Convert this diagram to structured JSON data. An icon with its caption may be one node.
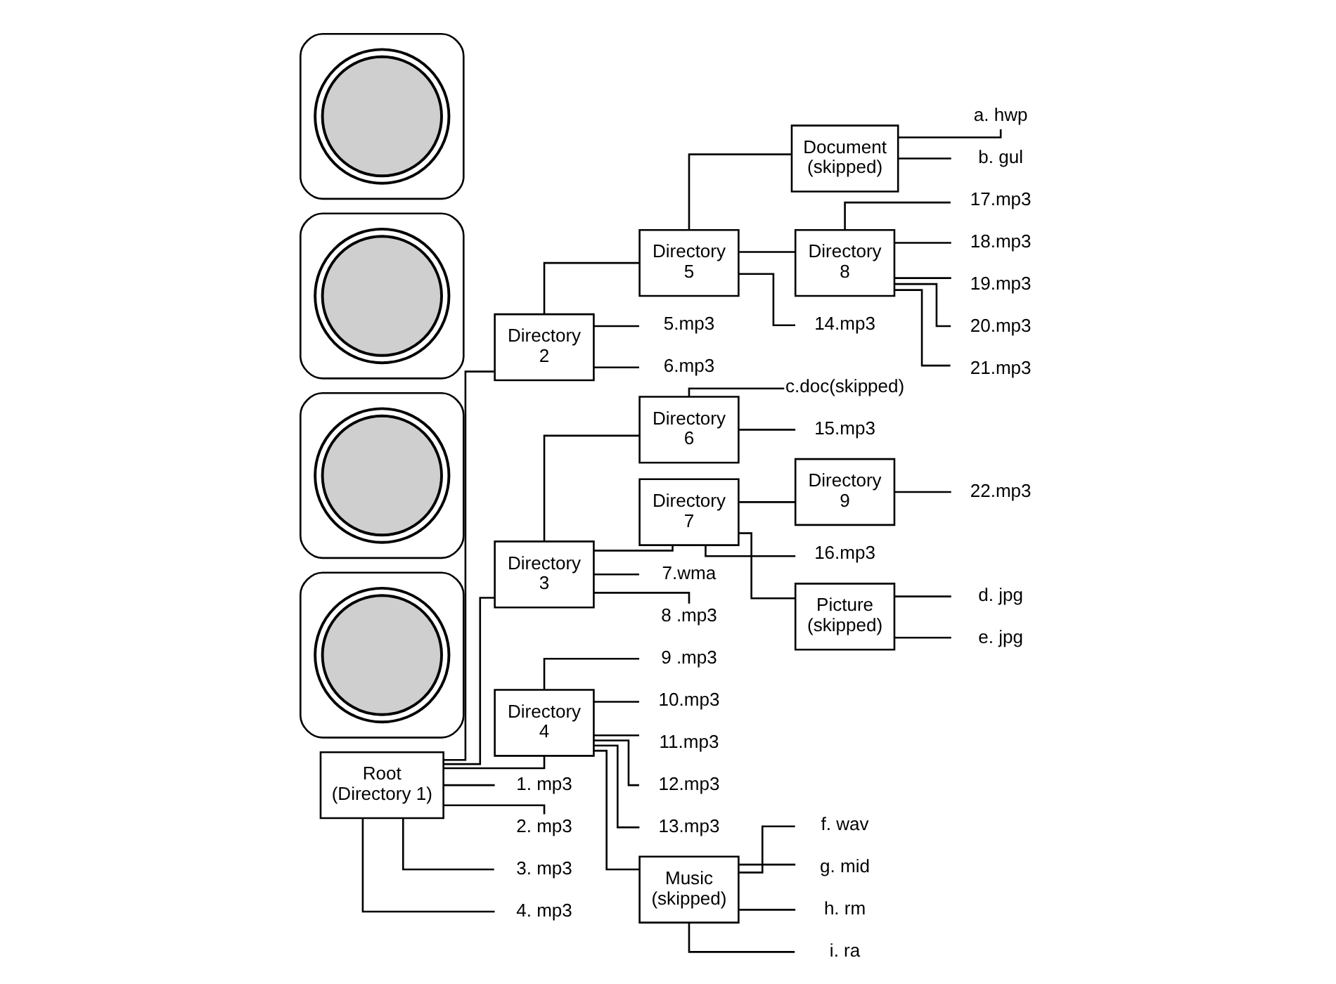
{
  "diagram": {
    "nodes": [
      {
        "text": [
          "Root",
          "(Directory 1)"
        ]
      },
      {
        "text": [
          "Directory",
          "2"
        ]
      },
      {
        "text": [
          "Directory",
          "5"
        ]
      },
      {
        "text": [
          "Document",
          "(skipped)"
        ]
      },
      {
        "text": [
          "a. hwp"
        ]
      },
      {
        "text": [
          "b. gul"
        ]
      },
      {
        "text": [
          "Directory",
          "8"
        ]
      },
      {
        "text": [
          "17.mp3"
        ]
      },
      {
        "text": [
          "18.mp3"
        ]
      },
      {
        "text": [
          "19.mp3"
        ]
      },
      {
        "text": [
          "20.mp3"
        ]
      },
      {
        "text": [
          "21.mp3"
        ]
      },
      {
        "text": [
          "5.mp3"
        ]
      },
      {
        "text": [
          "6.mp3"
        ]
      },
      {
        "text": [
          "14.mp3"
        ]
      },
      {
        "text": [
          "Directory",
          "3"
        ]
      },
      {
        "text": [
          "Directory",
          "6"
        ]
      },
      {
        "text": [
          "c.doc(skipped)"
        ]
      },
      {
        "text": [
          "15.mp3"
        ]
      },
      {
        "text": [
          "Directory",
          "7"
        ]
      },
      {
        "text": [
          "Directory",
          "9"
        ]
      },
      {
        "text": [
          "22.mp3"
        ]
      },
      {
        "text": [
          "16.mp3"
        ]
      },
      {
        "text": [
          "Picture",
          "(skipped)"
        ]
      },
      {
        "text": [
          "d. jpg"
        ]
      },
      {
        "text": [
          "e. jpg"
        ]
      },
      {
        "text": [
          "7.wma"
        ]
      },
      {
        "text": [
          "8 .mp3"
        ]
      },
      {
        "text": [
          "Directory",
          "4"
        ]
      },
      {
        "text": [
          "9 .mp3"
        ]
      },
      {
        "text": [
          "10.mp3"
        ]
      },
      {
        "text": [
          "11.mp3"
        ]
      },
      {
        "text": [
          "12.mp3"
        ]
      },
      {
        "text": [
          "13.mp3"
        ]
      },
      {
        "text": [
          "Music",
          "(skipped)"
        ]
      },
      {
        "text": [
          "f. wav"
        ]
      },
      {
        "text": [
          "g. mid"
        ]
      },
      {
        "text": [
          "h. rm"
        ]
      },
      {
        "text": [
          "i. ra"
        ]
      },
      {
        "text": [
          "1. mp3"
        ]
      },
      {
        "text": [
          "2. mp3"
        ]
      },
      {
        "text": [
          "3. mp3"
        ]
      },
      {
        "text": [
          "4. mp3"
        ]
      },
      {
        "text": [],
        "shape": "box"
      },
      {
        "text": [],
        "shape": "box"
      },
      {
        "text": [],
        "shape": "box"
      },
      {
        "text": [],
        "shape": "box"
      },
      {
        "text": [],
        "shape": "picture",
        "in": 43
      },
      {
        "text": [],
        "shape": "picture",
        "in": 44
      },
      {
        "text": [],
        "shape": "picture",
        "in": 45
      },
      {
        "text": [],
        "shape": "picture",
        "in": 46
      }
    ],
    "edges": [
      {
        "from": 0,
        "to": 1,
        "arrow": "none"
      },
      {
        "from": 0,
        "to": 15,
        "arrow": "none"
      },
      {
        "from": 0,
        "to": 28,
        "arrow": "none"
      },
      {
        "from": 0,
        "to": 39,
        "arrow": "none"
      },
      {
        "from": 0,
        "to": 40,
        "arrow": "none"
      },
      {
        "from": 0,
        "to": 41,
        "arrow": "none"
      },
      {
        "from": 0,
        "to": 42,
        "arrow": "none"
      },
      {
        "from": 1,
        "to": 2,
        "arrow": "none"
      },
      {
        "from": 1,
        "to": 12,
        "arrow": "none"
      },
      {
        "from": 1,
        "to": 13,
        "arrow": "none"
      },
      {
        "from": 2,
        "to": 3,
        "arrow": "none"
      },
      {
        "from": 2,
        "to": 6,
        "arrow": "none"
      },
      {
        "from": 2,
        "to": 14,
        "arrow": "none"
      },
      {
        "from": 3,
        "to": 4,
        "arrow": "none"
      },
      {
        "from": 3,
        "to": 5,
        "arrow": "none"
      },
      {
        "from": 6,
        "to": 7,
        "arrow": "none"
      },
      {
        "from": 6,
        "to": 8,
        "arrow": "none"
      },
      {
        "from": 6,
        "to": 9,
        "arrow": "none"
      },
      {
        "from": 6,
        "to": 10,
        "arrow": "none"
      },
      {
        "from": 6,
        "to": 11,
        "arrow": "none"
      },
      {
        "from": 15,
        "to": 16,
        "arrow": "none"
      },
      {
        "from": 15,
        "to": 19,
        "arrow": "none"
      },
      {
        "from": 15,
        "to": 26,
        "arrow": "none"
      },
      {
        "from": 15,
        "to": 27,
        "arrow": "none"
      },
      {
        "from": 16,
        "to": 17,
        "arrow": "none"
      },
      {
        "from": 16,
        "to": 18,
        "arrow": "none"
      },
      {
        "from": 19,
        "to": 20,
        "arrow": "none"
      },
      {
        "from": 19,
        "to": 22,
        "arrow": "none"
      },
      {
        "from": 19,
        "to": 23,
        "arrow": "none"
      },
      {
        "from": 20,
        "to": 21,
        "arrow": "none"
      },
      {
        "from": 23,
        "to": 24,
        "arrow": "none"
      },
      {
        "from": 23,
        "to": 25,
        "arrow": "none"
      },
      {
        "from": 28,
        "to": 29,
        "arrow": "none"
      },
      {
        "from": 28,
        "to": 30,
        "arrow": "none"
      },
      {
        "from": 28,
        "to": 31,
        "arrow": "none"
      },
      {
        "from": 28,
        "to": 32,
        "arrow": "none"
      },
      {
        "from": 28,
        "to": 33,
        "arrow": "none"
      },
      {
        "from": 28,
        "to": 34,
        "arrow": "none"
      },
      {
        "from": 34,
        "to": 35,
        "arrow": "none"
      },
      {
        "from": 34,
        "to": 36,
        "arrow": "none"
      },
      {
        "from": 34,
        "to": 37,
        "arrow": "none"
      },
      {
        "from": 34,
        "to": 38,
        "arrow": "none"
      }
    ]
  }
}
